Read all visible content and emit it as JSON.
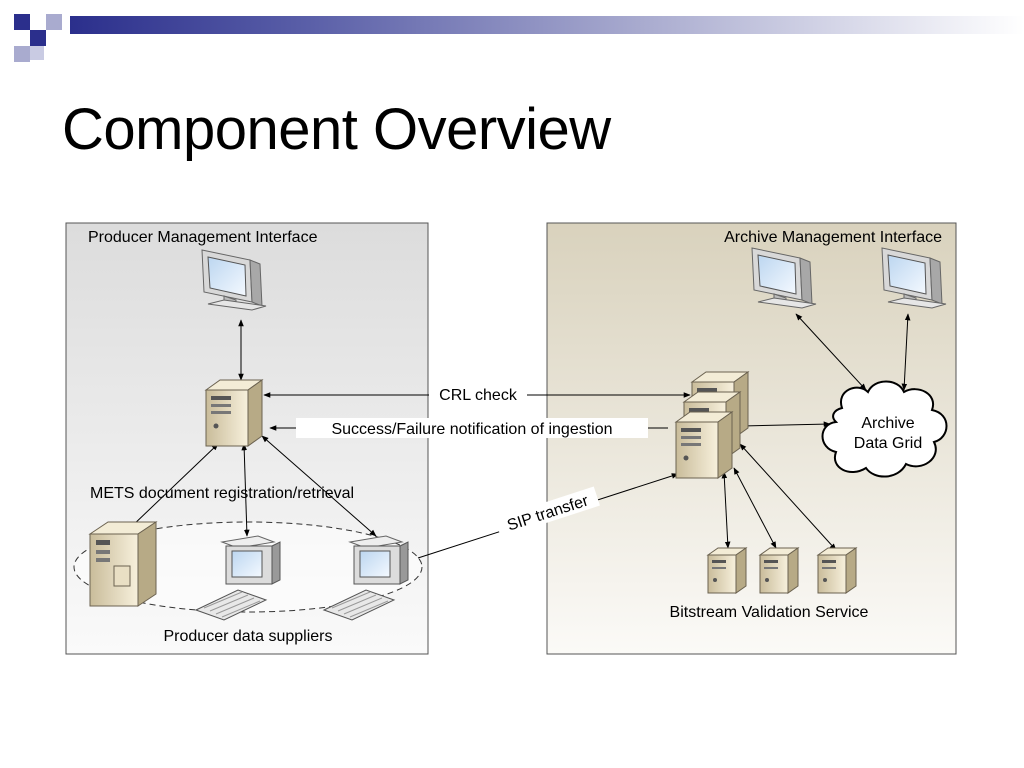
{
  "slide": {
    "title": "Component Overview"
  },
  "diagram": {
    "producer_panel_title": "Producer Management Interface",
    "archive_panel_title": "Archive Management Interface",
    "crl_check_label": "CRL check",
    "notification_label": "Success/Failure notification of ingestion",
    "mets_label": "METS document registration/retrieval",
    "sip_label": "SIP transfer",
    "producer_suppliers_label": "Producer data suppliers",
    "bitstream_label": "Bitstream Validation Service",
    "grid_label_line1": "Archive",
    "grid_label_line2": "Data Grid"
  }
}
